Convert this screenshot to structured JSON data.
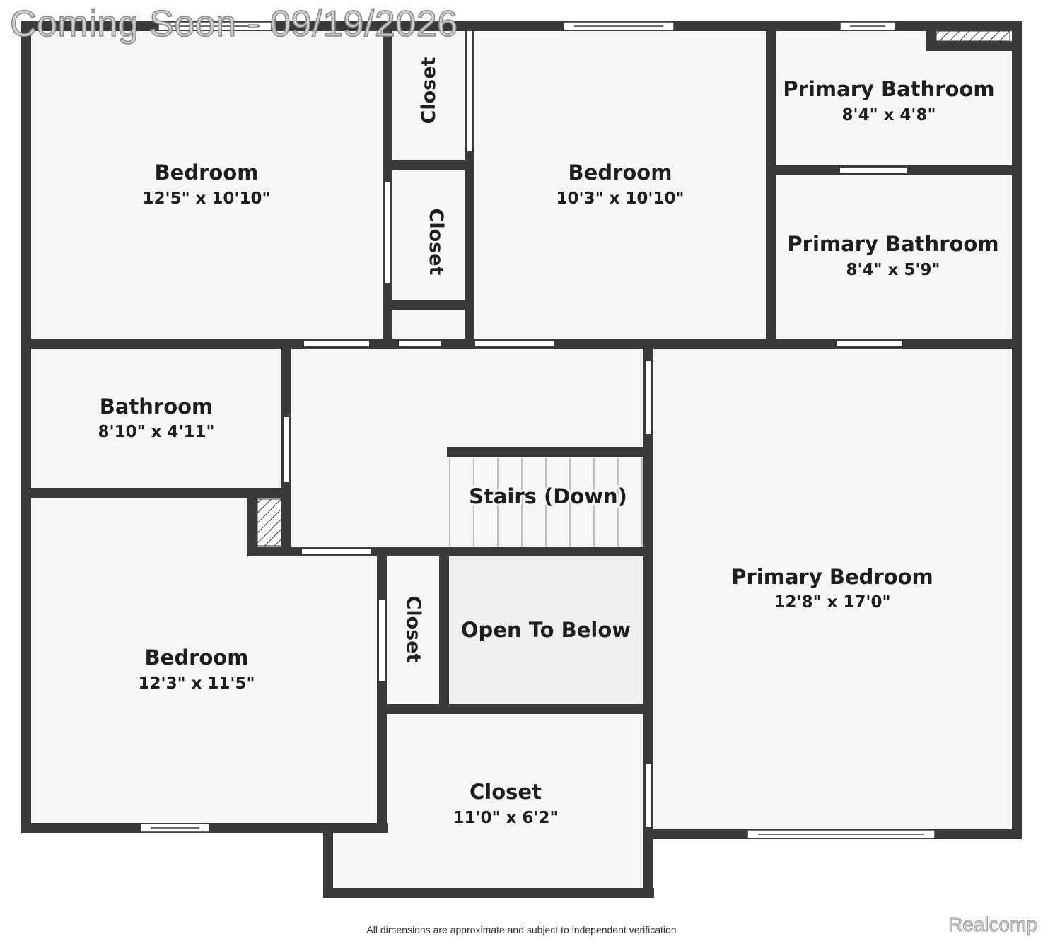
{
  "watermark": "Coming Soon - 09/19/2026",
  "disclaimer": "All dimensions are approximate and subject to independent verification",
  "brand": "Realcomp",
  "colors": {
    "wall": "#3a3a3a",
    "floor": "#f6f6f6",
    "open_area": "#efefef",
    "window": "#ffffff"
  },
  "rooms": {
    "bedroom_nw": {
      "name": "Bedroom",
      "dim": "12'5\" x 10'10\""
    },
    "closet_top": {
      "name": "Closet"
    },
    "closet_mid": {
      "name": "Closet"
    },
    "bedroom_n": {
      "name": "Bedroom",
      "dim": "10'3\" x 10'10\""
    },
    "primary_bath_1": {
      "name": "Primary Bathroom",
      "dim": "8'4\" x 4'8\""
    },
    "primary_bath_2": {
      "name": "Primary Bathroom",
      "dim": "8'4\" x 5'9\""
    },
    "bathroom": {
      "name": "Bathroom",
      "dim": "8'10\" x 4'11\""
    },
    "stairs": {
      "name": "Stairs (Down)"
    },
    "primary_bedroom": {
      "name": "Primary Bedroom",
      "dim": "12'8\" x 17'0\""
    },
    "bedroom_sw": {
      "name": "Bedroom",
      "dim": "12'3\" x 11'5\""
    },
    "closet_small": {
      "name": "Closet"
    },
    "open_below": {
      "name": "Open To Below"
    },
    "closet_south": {
      "name": "Closet",
      "dim": "11'0\" x 6'2\""
    }
  }
}
